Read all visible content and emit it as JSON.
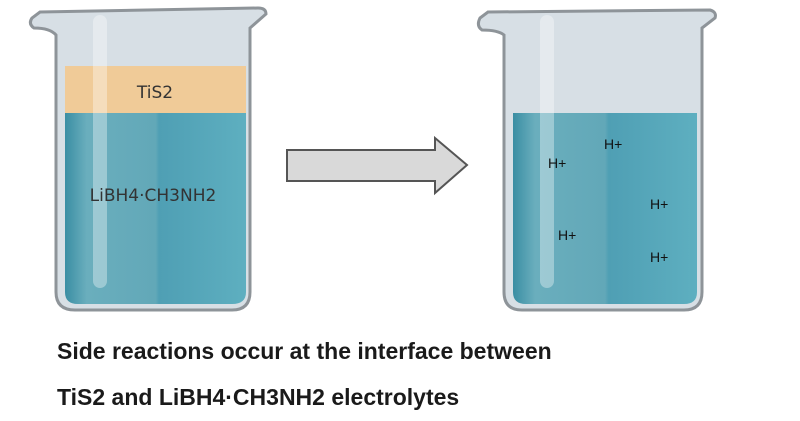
{
  "left_beaker": {
    "top_layer": "TiS2",
    "bottom_layer": "LiBH4·CH3NH2"
  },
  "right_beaker": {
    "ions": [
      "H+",
      "H+",
      "H+",
      "H+",
      "H+"
    ]
  },
  "caption": {
    "line1": "Side reactions occur at the interface between",
    "line2": "TiS2 and LiBH4·CH3NH2 electrolytes"
  },
  "colors": {
    "liquid": "#5aa7b9",
    "tis2": "#f0cb98",
    "glass": "#d5dde3",
    "outline": "#8e9499",
    "arrow": "#d9d9d9"
  }
}
